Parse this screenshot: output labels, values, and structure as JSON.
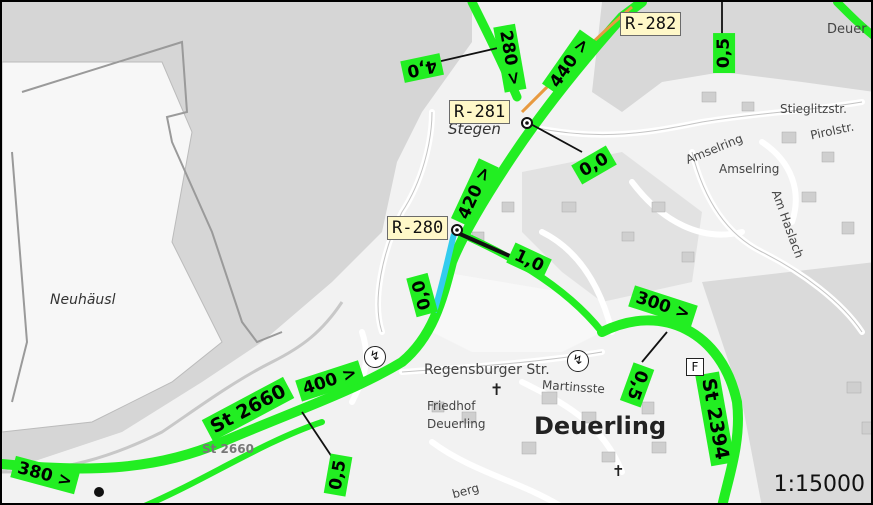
{
  "map": {
    "scale": "1:15000",
    "places": {
      "neuhaeusl": "Neuhäusl",
      "stegen": "Stegen",
      "deuerling": "Deuerling",
      "deuer_partial": "Deuer"
    },
    "streets": {
      "amselring_1": "Amselring",
      "amselring_2": "Amselring",
      "am_haslach": "Am Haslach",
      "stieglitzstr": "Stieglitzstr.",
      "pirolstr": "Pirolstr.",
      "regensburger_str": "Regensburger Str.",
      "martinsstr": "Martinsste",
      "friedhof": "Friedhof\nDeuerling",
      "berg_partial": "berg",
      "st2660_faint": "St 2660"
    },
    "markers": {
      "r280": "R-280",
      "r281": "R-281",
      "r282": "R-282"
    },
    "road_tags": {
      "st2660": "St 2660",
      "st2394": "St 2394",
      "s380": "380 >",
      "s400": "400 >",
      "s420": "420 >",
      "s440": "440 >",
      "s280": "280 >",
      "s300": "300 >"
    },
    "value_tags": {
      "v_4_0": "4,0",
      "v_0_5_top": "0,5",
      "v_0_0_stegen": "0,0",
      "v_1_0": "1,0",
      "v_0_0_cyan": "0,0",
      "v_0_5_mid": "0,5",
      "v_0_5_bottom": "0,5"
    },
    "icons": {
      "fuel_letter": "F",
      "power_symbol": "↯",
      "cross_symbol": "✝"
    },
    "colors": {
      "road_highlight": "#22ee22",
      "cyan_segment": "#33ccee",
      "orange_segment": "#e89a40",
      "marker_fill": "#fff8c8"
    }
  }
}
